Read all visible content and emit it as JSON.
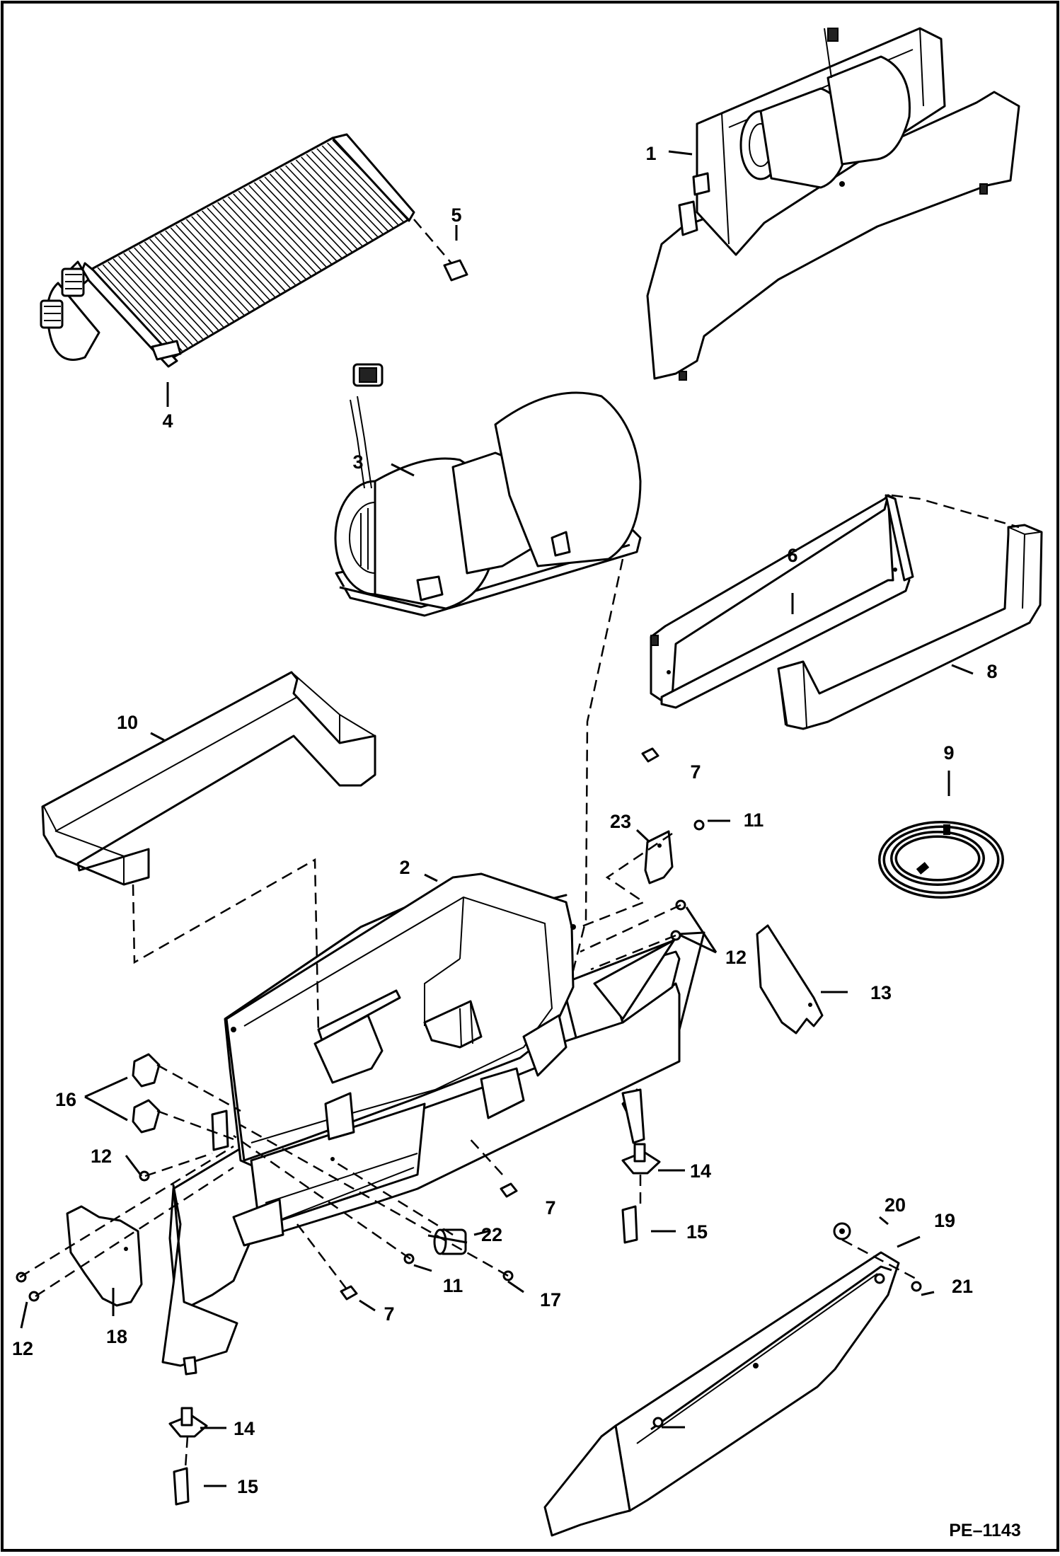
{
  "drawing": {
    "code": "PE–1143",
    "border_color": "#000000",
    "background": "#ffffff"
  },
  "callouts": [
    "1",
    "2",
    "3",
    "4",
    "5",
    "6",
    "7",
    "7",
    "7",
    "7",
    "8",
    "9",
    "10",
    "11",
    "11",
    "12",
    "12",
    "12",
    "12",
    "13",
    "14",
    "14",
    "15",
    "15",
    "16",
    "17",
    "18",
    "19",
    "20",
    "21",
    "22",
    "23"
  ],
  "parts": [
    {
      "icon": "heater-housing-assembly-icon"
    },
    {
      "icon": "heater-box-icon"
    },
    {
      "icon": "blower-motor-icon"
    },
    {
      "icon": "heater-core-icon"
    },
    {
      "icon": "foam-pad-icon"
    },
    {
      "icon": "u-bracket-icon"
    },
    {
      "icon": "clip-icon"
    },
    {
      "icon": "u-foam-seal-icon"
    },
    {
      "icon": "coiled-hose-icon"
    },
    {
      "icon": "foam-gasket-icon"
    },
    {
      "icon": "screw-icon"
    },
    {
      "icon": "bolt-icon"
    },
    {
      "icon": "cover-plate-icon"
    },
    {
      "icon": "hose-clamp-icon"
    },
    {
      "icon": "tab-icon"
    },
    {
      "icon": "hose-clip-icon"
    },
    {
      "icon": "bolt-icon"
    },
    {
      "icon": "end-plate-icon"
    },
    {
      "icon": "side-cover-panel-icon"
    },
    {
      "icon": "grommet-icon"
    },
    {
      "icon": "screw-icon"
    },
    {
      "icon": "spacer-icon"
    },
    {
      "icon": "bracket-icon"
    }
  ]
}
